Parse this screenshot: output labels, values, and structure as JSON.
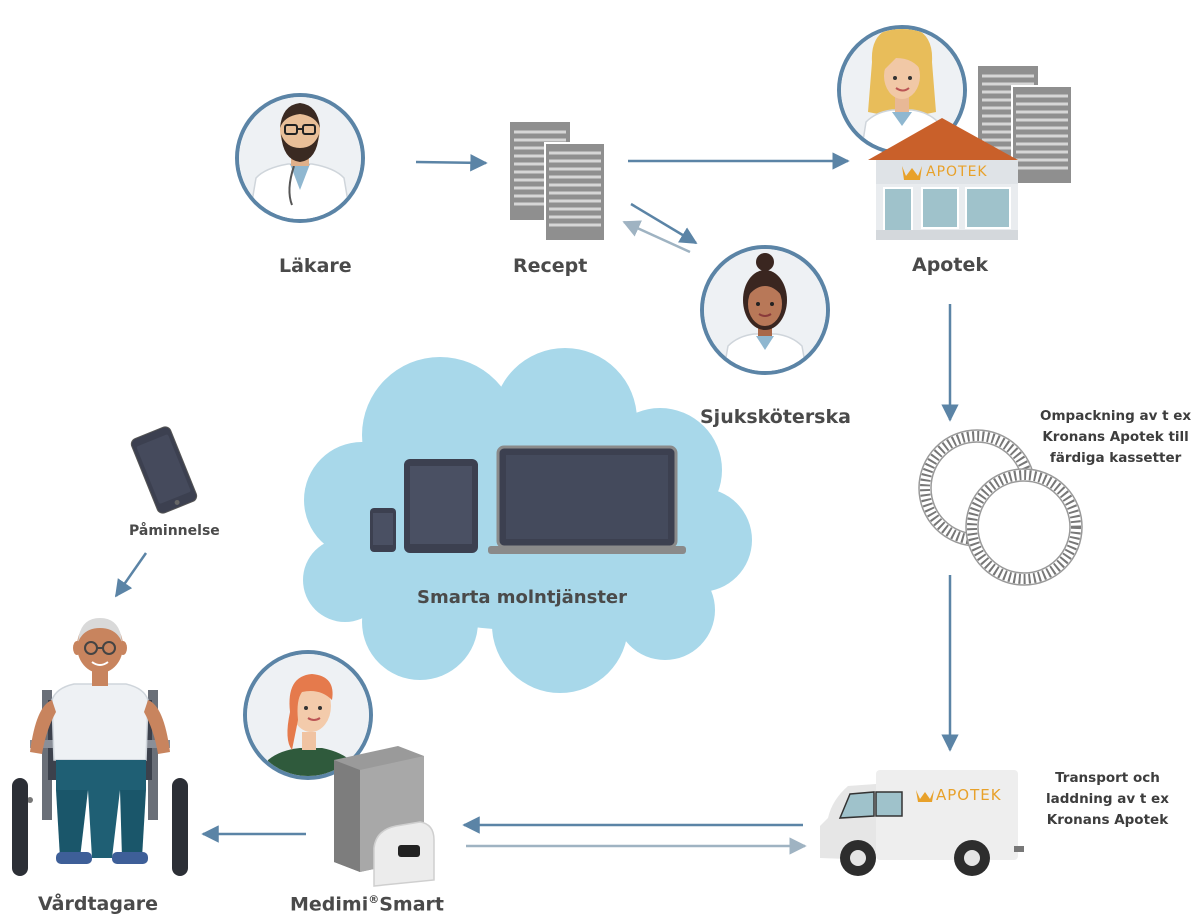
{
  "labels": {
    "lakare": "Läkare",
    "recept": "Recept",
    "apotek": "Apotek",
    "sjukskoterska": "Sjuksköterska",
    "ompackning": [
      "Ompackning av t ex",
      "Kronans Apotek till",
      "färdiga kassetter"
    ],
    "paminnelse": "Påminnelse",
    "moln": "Smarta molntjänster",
    "transport": [
      "Transport och",
      "laddning av t ex",
      "Kronans Apotek"
    ],
    "vardtagare": "Vårdtagare",
    "medimi_brand": "Medimi",
    "medimi_reg": "®",
    "medimi_model": "Smart"
  },
  "signs": {
    "store": "APOTEK",
    "truck": "APOTEK"
  },
  "colors": {
    "arrow": "#5b84a6",
    "arrow_light": "#9fb3c2",
    "cloud": "#a8d8ea",
    "ring": "#5b84a6",
    "device": "#3c4050",
    "label": "#4a4a4a",
    "roof": "#c9602a",
    "crown": "#e8a12a"
  }
}
